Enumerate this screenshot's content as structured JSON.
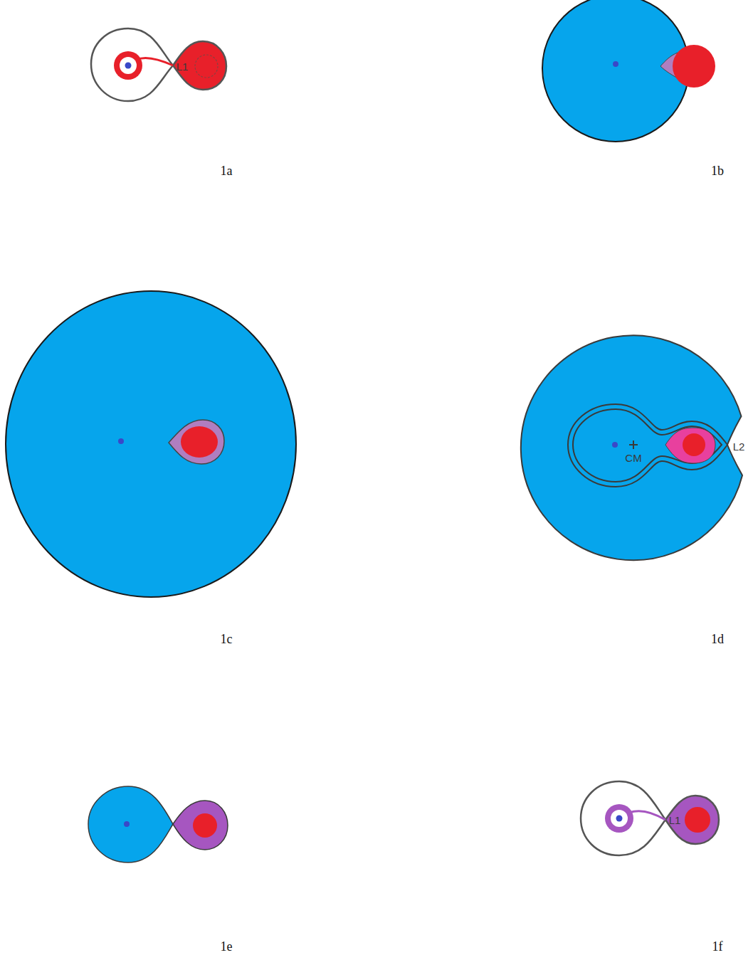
{
  "diagram": {
    "labels": [
      "L1",
      "1a",
      "1b",
      "1c",
      "CM",
      "L2",
      "1d",
      "1e",
      "L1",
      "1f"
    ]
  }
}
